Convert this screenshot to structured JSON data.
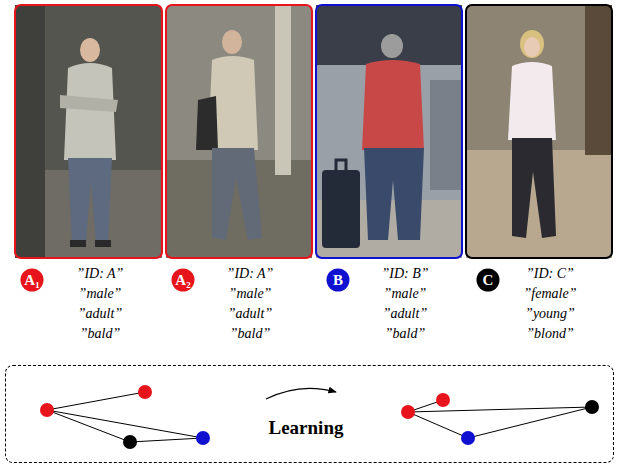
{
  "diagram": {
    "nodes": [
      {
        "text": [
          "A₁"
        ]
      },
      {
        "text": [
          "A₂"
        ]
      },
      {
        "text": [
          "B"
        ]
      },
      {
        "text": [
          "C"
        ]
      },
      {
        "text": [
          "Learning"
        ]
      }
    ],
    "labels": [
      "”ID: A”",
      "”male”",
      "”adult”",
      "”bald”",
      "”ID: A”",
      "”male”",
      "”adult”",
      "”bald”",
      "”ID: B”",
      "”male”",
      "”adult”",
      "”bald”",
      "”ID: C”",
      "”female”",
      "”young”",
      "”blond”"
    ]
  }
}
